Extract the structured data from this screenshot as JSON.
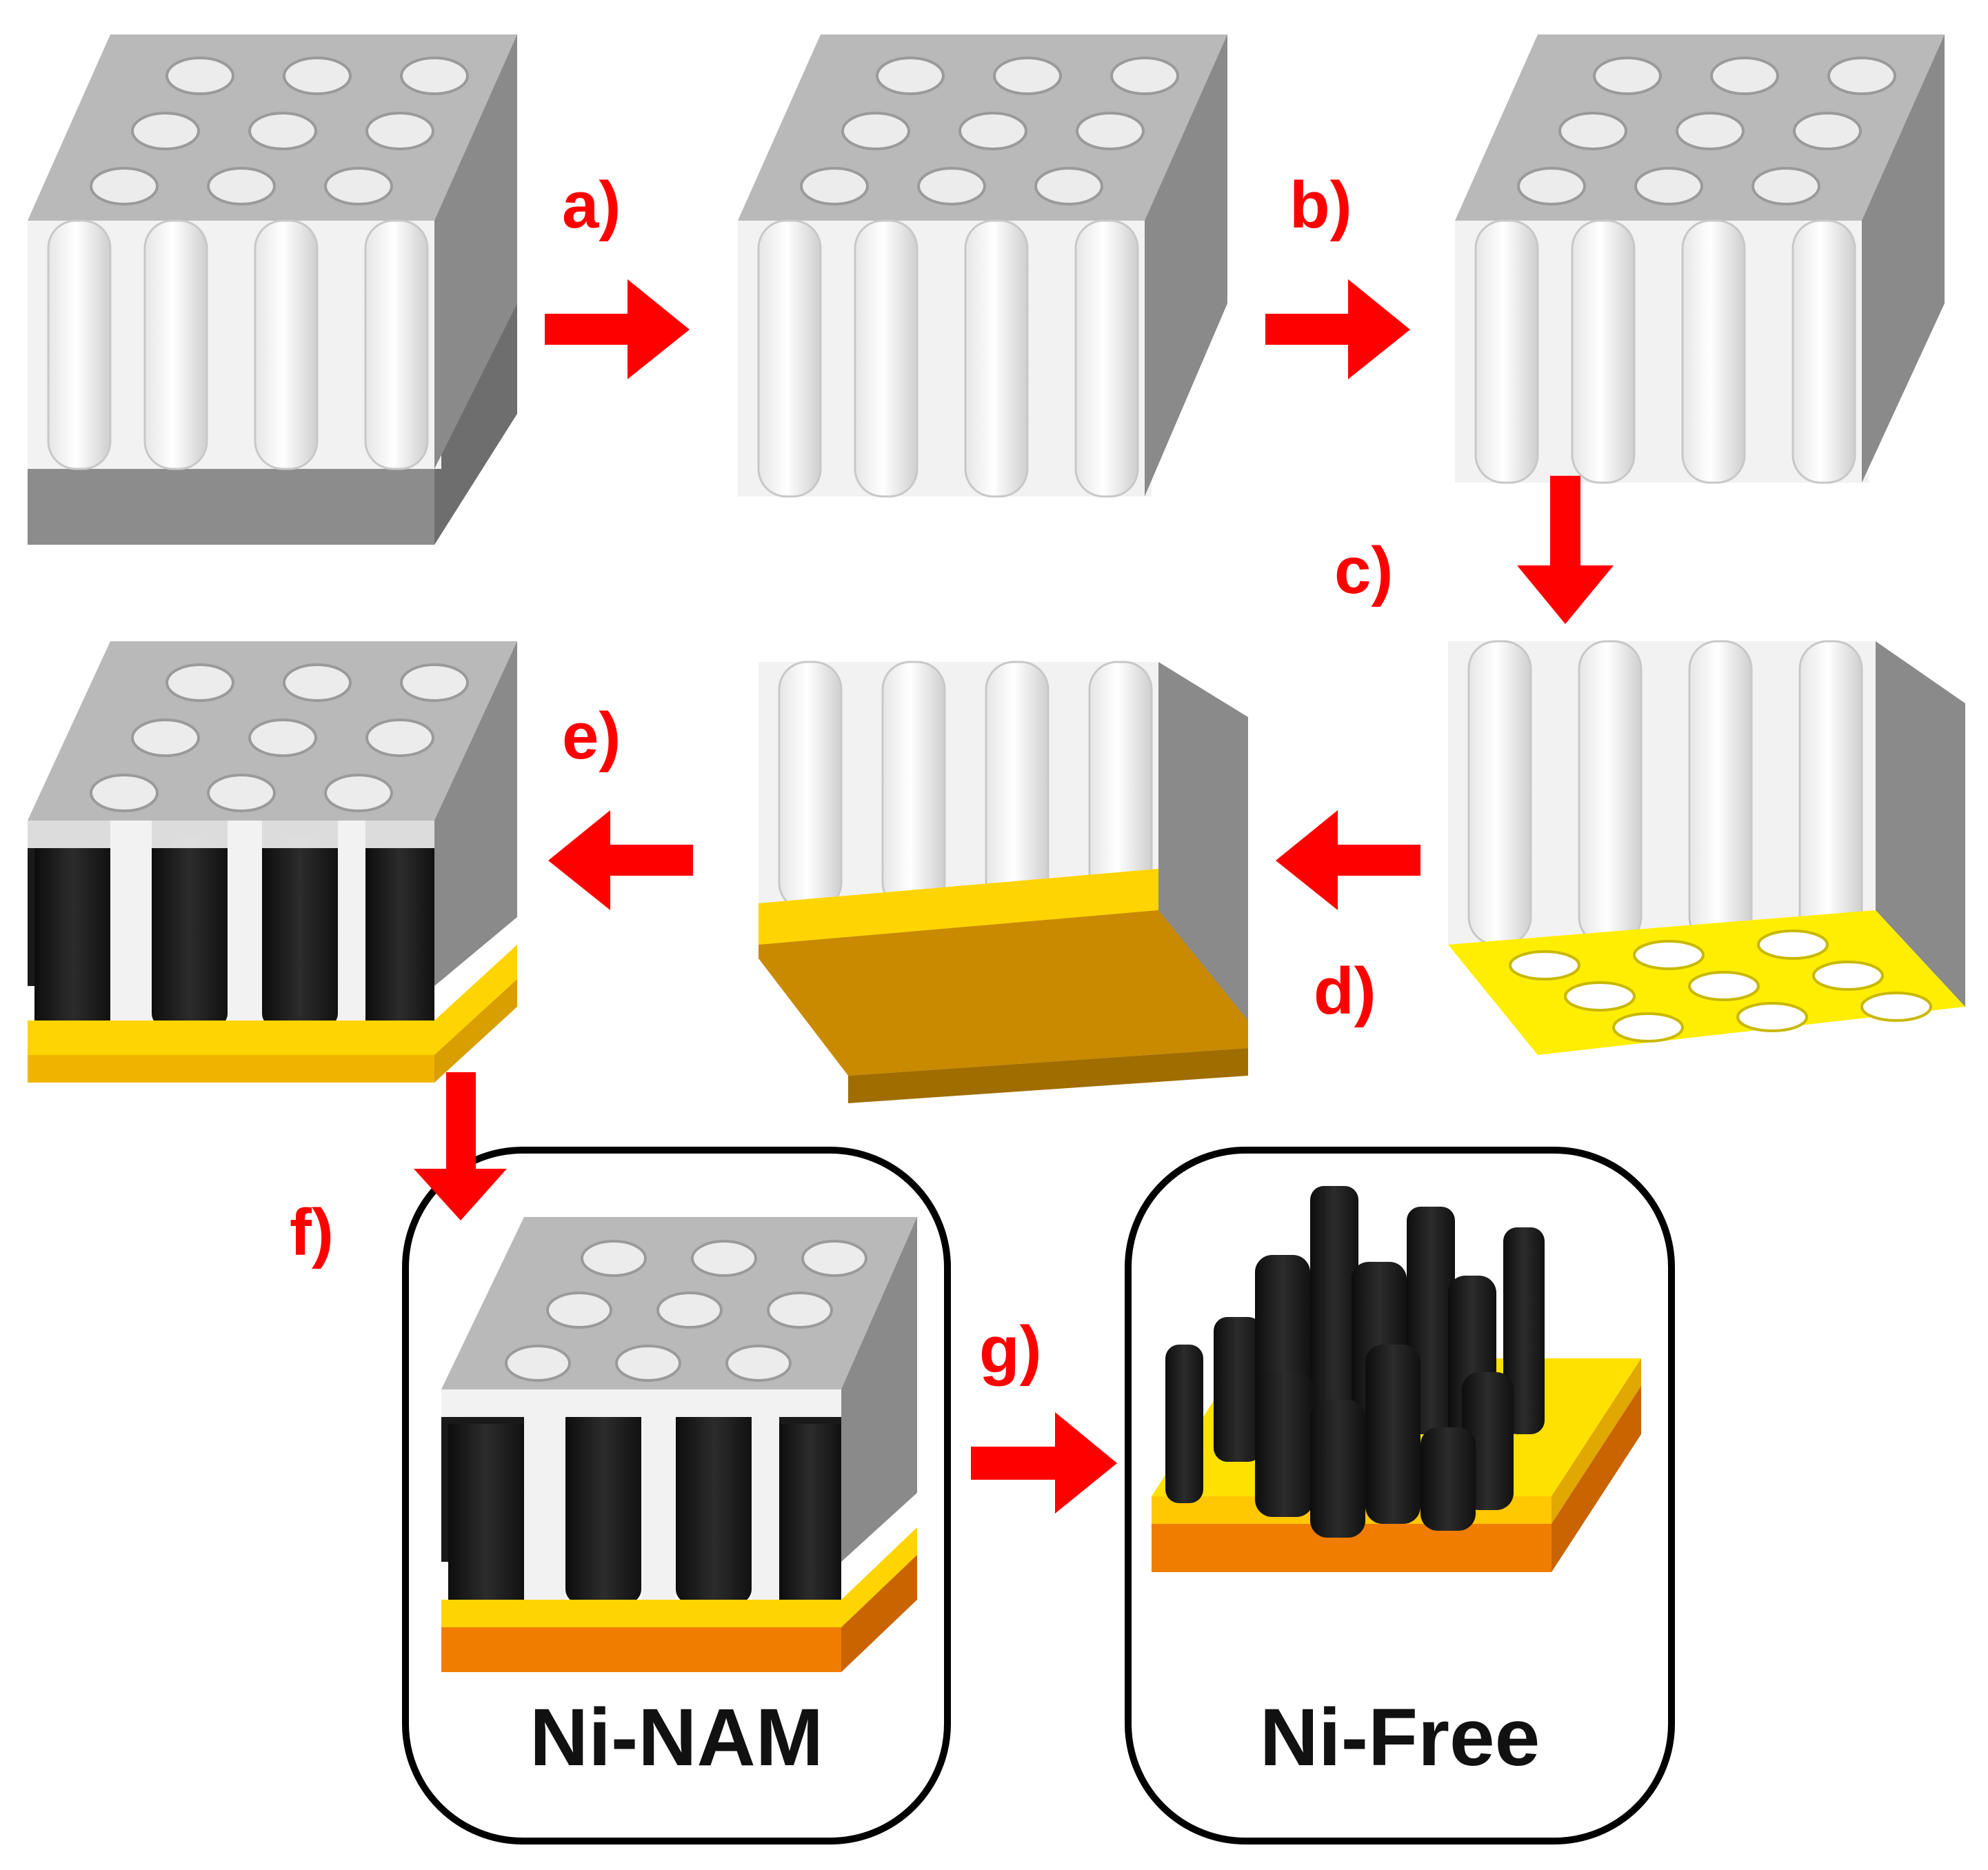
{
  "steps": {
    "a": "a)",
    "b": "b)",
    "c": "c)",
    "d": "d)",
    "e": "e)",
    "f": "f)",
    "g": "g)"
  },
  "products": {
    "nam_label": "Ni-NAM",
    "free_label": "Ni-Free"
  },
  "colors": {
    "arrow": "#ff0000",
    "alumina_top": "#b9b9b9",
    "alumina_side": "#ececec",
    "aluminum_base": "#8c8c8c",
    "gold_layer": "#ffd400",
    "copper_layer": "#f07d00",
    "nickel": "#1a1a1a"
  }
}
